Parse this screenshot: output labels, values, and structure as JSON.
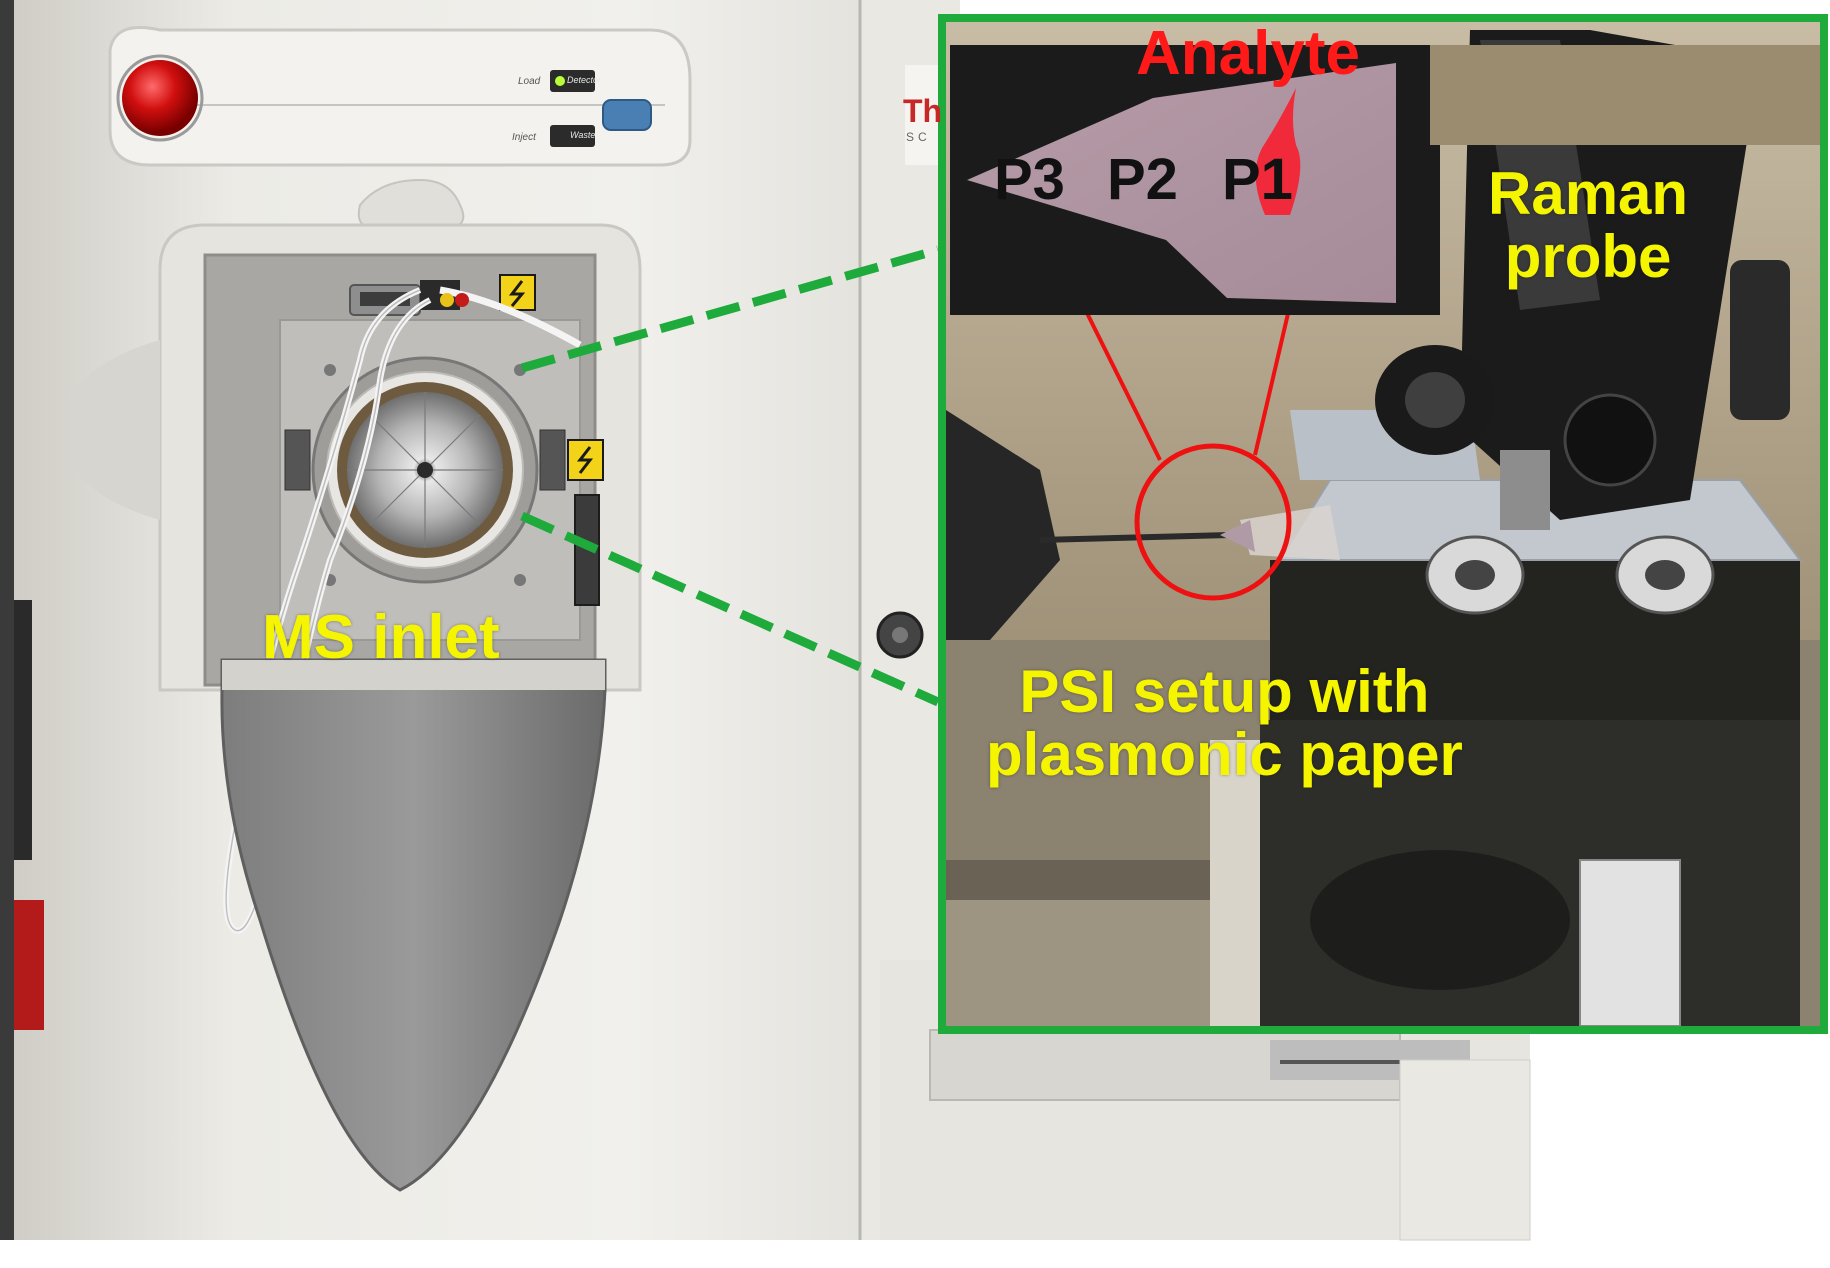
{
  "labels": {
    "ms_inlet": "MS inlet",
    "analyte": "Analyte",
    "raman_line1": "Raman",
    "raman_line2": "probe",
    "psi_line1": "PSI setup with",
    "psi_line2": "plasmonic paper",
    "p3": "P3",
    "p2": "P2",
    "p1": "P1"
  },
  "instrument_panel": {
    "load": "Load",
    "inject": "Inject",
    "detector": "Detector",
    "waste": "Waste",
    "brand_fragment": "Th",
    "brand_sub": "SC"
  },
  "colors": {
    "label_yellow": "#f5f500",
    "analyte_red": "#ff1a1a",
    "callout_green": "#1faa3c",
    "circle_red": "#ee1111"
  },
  "icons": [
    "emergency-stop-icon",
    "high-voltage-warning-icon"
  ]
}
